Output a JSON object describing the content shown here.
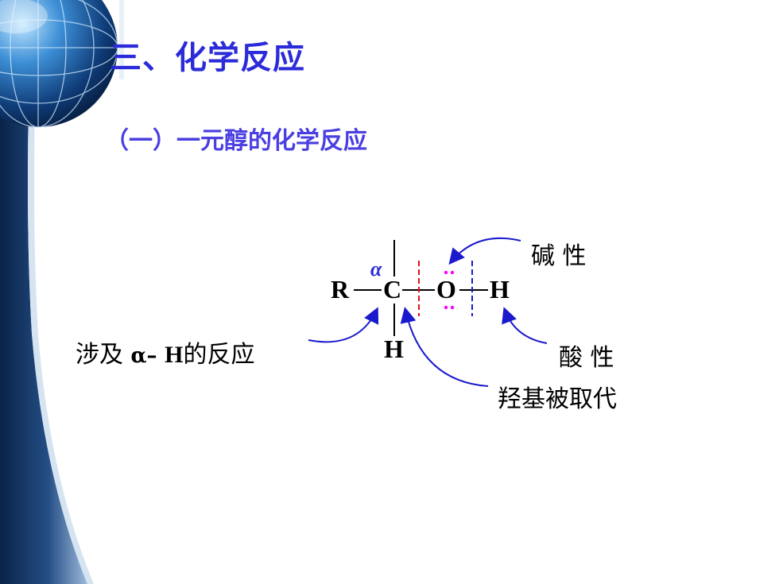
{
  "slide": {
    "title": "三、化学反应",
    "subtitle": "（一）一元醇的化学反应"
  },
  "structure": {
    "atom_R": "R",
    "atom_C": "C",
    "atom_O": "O",
    "atom_H_hydroxyl": "H",
    "atom_H_alpha": "H",
    "alpha_symbol": "α"
  },
  "annotations": {
    "basicity": "碱 性",
    "acidity": "酸 性",
    "hydroxyl_substitution": "羟基被取代",
    "alpha_h_prefix": "涉及",
    "alpha_h_greek": "α–",
    "alpha_h_atom": "H",
    "alpha_h_suffix": "的反应"
  },
  "colors": {
    "title": "#2b2bd9",
    "subtitle": "#4a3fe0",
    "arrow": "#1a1acc",
    "red_cut": "#e0101a",
    "blue_cut": "#1a1acc",
    "lone_pair": "#ff00ff",
    "sidebar_dark": "#0b2a52",
    "sidebar_light": "#8fb3d6"
  }
}
